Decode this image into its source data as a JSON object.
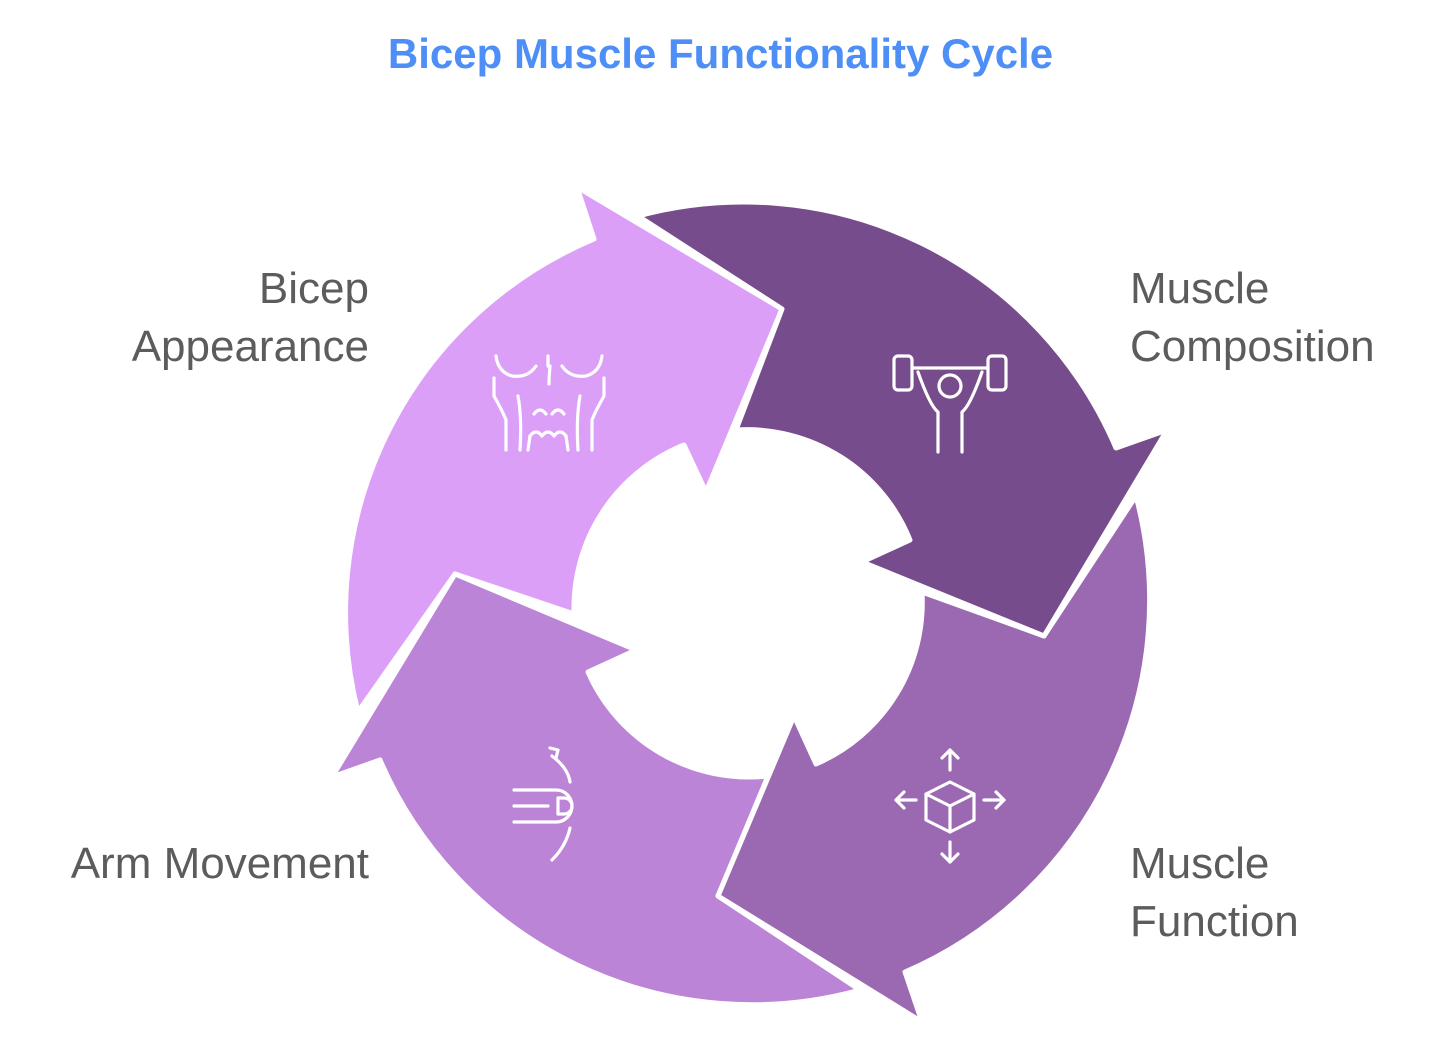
{
  "title": "Bicep Muscle Functionality Cycle",
  "colors": {
    "title": "#4d8ef7",
    "bicep_appearance": "#dc9ff8",
    "muscle_composition": "#774c8c",
    "muscle_function": "#9b69b2",
    "arm_movement": "#bc84d6",
    "label_text": "#5c5c5c"
  },
  "stages": [
    {
      "id": "bicep_appearance",
      "lines": [
        "Bicep",
        "Appearance"
      ],
      "icon": "torso-icon"
    },
    {
      "id": "muscle_composition",
      "lines": [
        "Muscle",
        "Composition"
      ],
      "icon": "weightlifter-icon"
    },
    {
      "id": "muscle_function",
      "lines": [
        "Muscle",
        "Function"
      ],
      "icon": "box-arrows-icon"
    },
    {
      "id": "arm_movement",
      "lines": [
        "Arm Movement"
      ],
      "icon": "finger-bend-icon"
    }
  ]
}
